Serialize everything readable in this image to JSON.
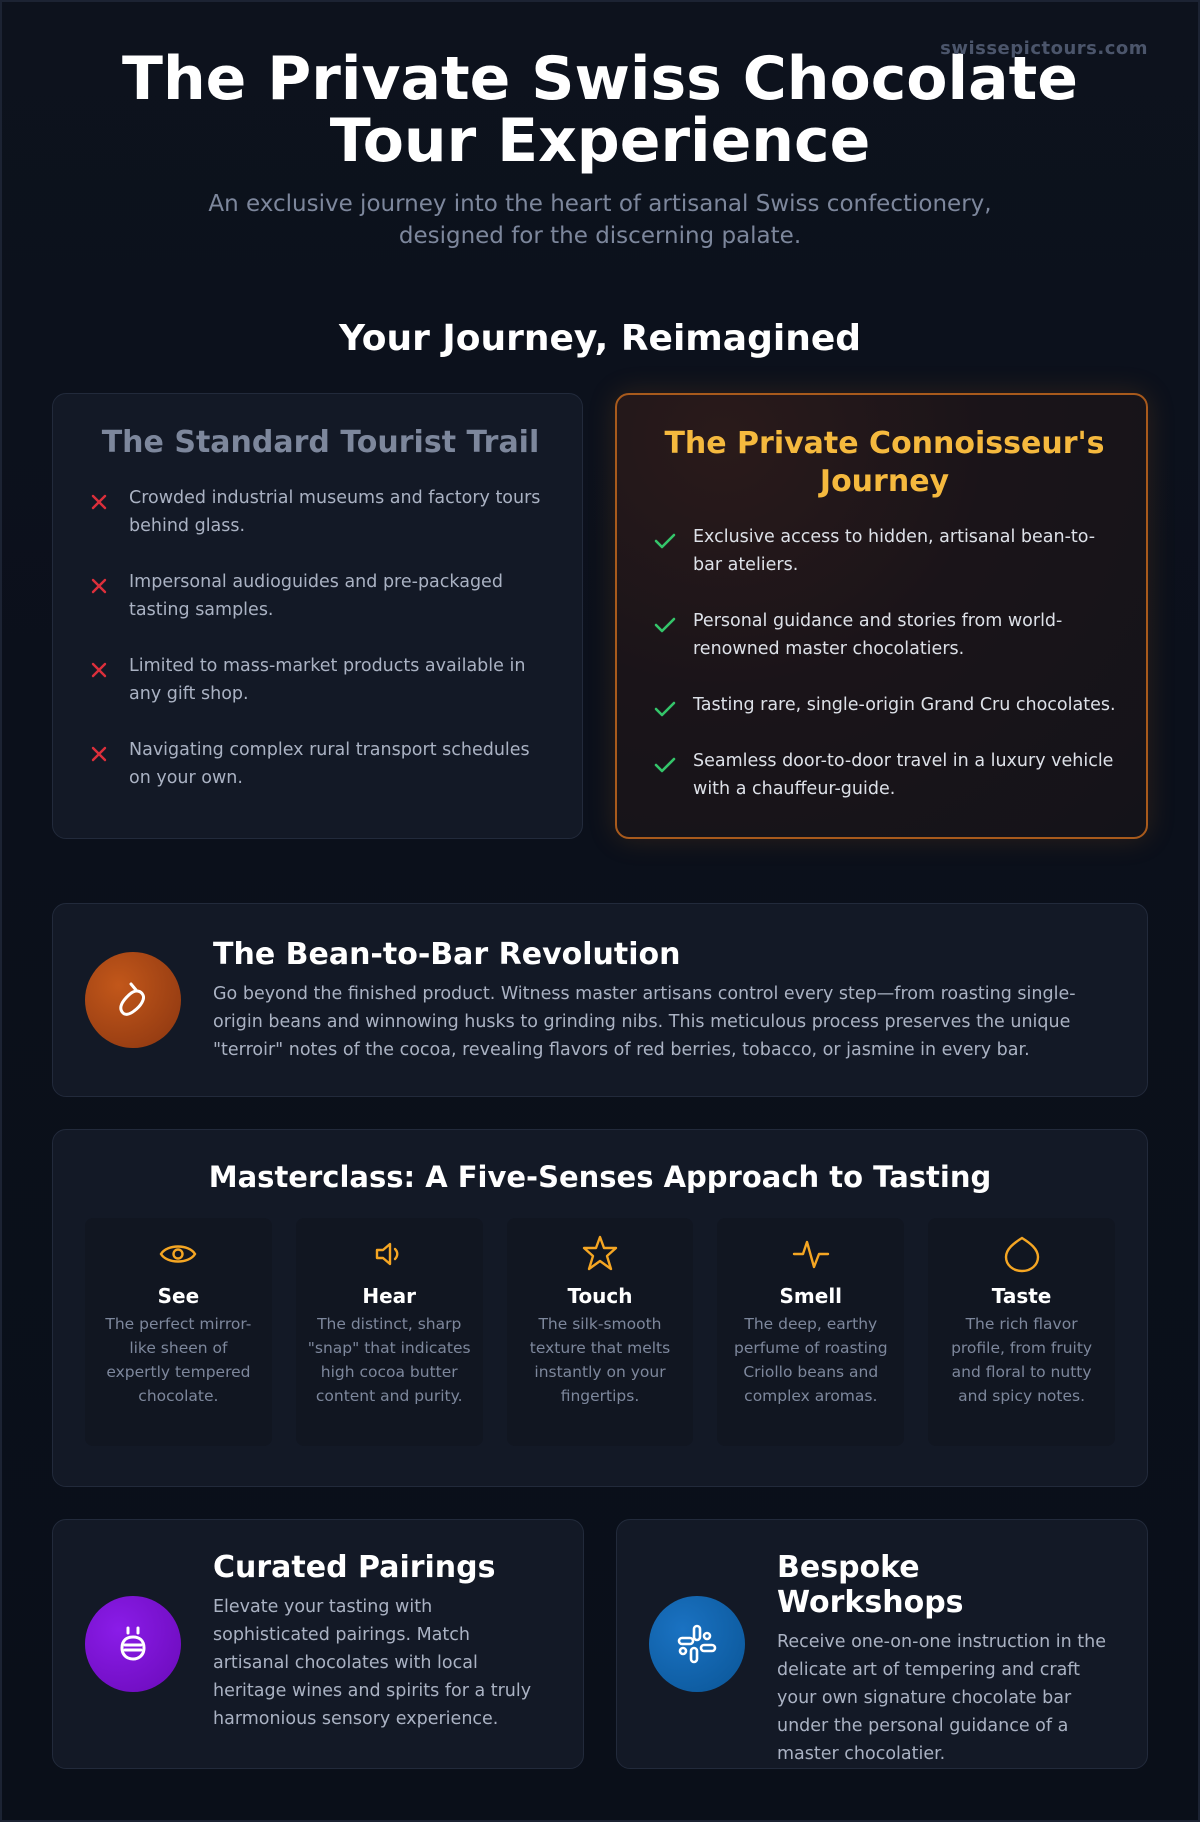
{
  "watermark": "swissepictours.com",
  "header": {
    "title": "The Private Swiss Chocolate Tour Experience",
    "subtitle": "An exclusive journey into the heart of artisanal Swiss confectionery, designed for the discerning palate."
  },
  "comparison": {
    "heading": "Your Journey, Reimagined",
    "standard": {
      "title": "The Standard Tourist Trail",
      "icon": "x-icon",
      "icon_color": "#dc2f3b",
      "items": [
        "Crowded industrial museums and factory tours behind glass.",
        "Impersonal audioguides and pre-packaged tasting samples.",
        "Limited to mass-market products available in any gift shop.",
        "Navigating complex rural transport schedules on your own."
      ]
    },
    "private": {
      "title": "The Private Connoisseur's Journey",
      "icon": "check-icon",
      "icon_color": "#34c56a",
      "items": [
        "Exclusive access to hidden, artisanal bean-to-bar ateliers.",
        "Personal guidance and stories from world-renowned master chocolatiers.",
        "Tasting rare, single-origin Grand Cru chocolates.",
        "Seamless door-to-door travel in a luxury vehicle with a chauffeur-guide."
      ]
    }
  },
  "bean_to_bar": {
    "icon": "cocoa-bean-icon",
    "title": "The Bean-to-Bar Revolution",
    "text": "Go beyond the finished product. Witness master artisans control every step—from roasting single-origin beans and winnowing husks to grinding nibs. This meticulous process preserves the unique \"terroir\" notes of the cocoa, revealing flavors of red berries, tobacco, or jasmine in every bar."
  },
  "masterclass": {
    "title": "Masterclass: A Five-Senses Approach to Tasting",
    "accent": "#f5a623",
    "senses": [
      {
        "icon": "eye-icon",
        "name": "See",
        "text": "The perfect mirror-like sheen of expertly tempered chocolate."
      },
      {
        "icon": "speaker-icon",
        "name": "Hear",
        "text": "The distinct, sharp \"snap\" that indicates high cocoa butter content and purity."
      },
      {
        "icon": "star-icon",
        "name": "Touch",
        "text": "The silk-smooth texture that melts instantly on your fingertips."
      },
      {
        "icon": "pulse-icon",
        "name": "Smell",
        "text": "The deep, earthy perfume of roasting Criollo beans and complex aromas."
      },
      {
        "icon": "drop-icon",
        "name": "Taste",
        "text": "The rich flavor profile, from fruity and floral to nutty and spicy notes."
      }
    ]
  },
  "pairings": {
    "icon": "wine-icon",
    "title": "Curated Pairings",
    "text": "Elevate your tasting with sophisticated pairings. Match artisanal chocolates with local heritage wines and spirits for a truly harmonious sensory experience."
  },
  "workshops": {
    "icon": "workshop-icon",
    "title": "Bespoke Workshops",
    "text": "Receive one-on-one instruction in the delicate art of tempering and craft your own signature chocolate bar under the personal guidance of a master chocolatier."
  }
}
